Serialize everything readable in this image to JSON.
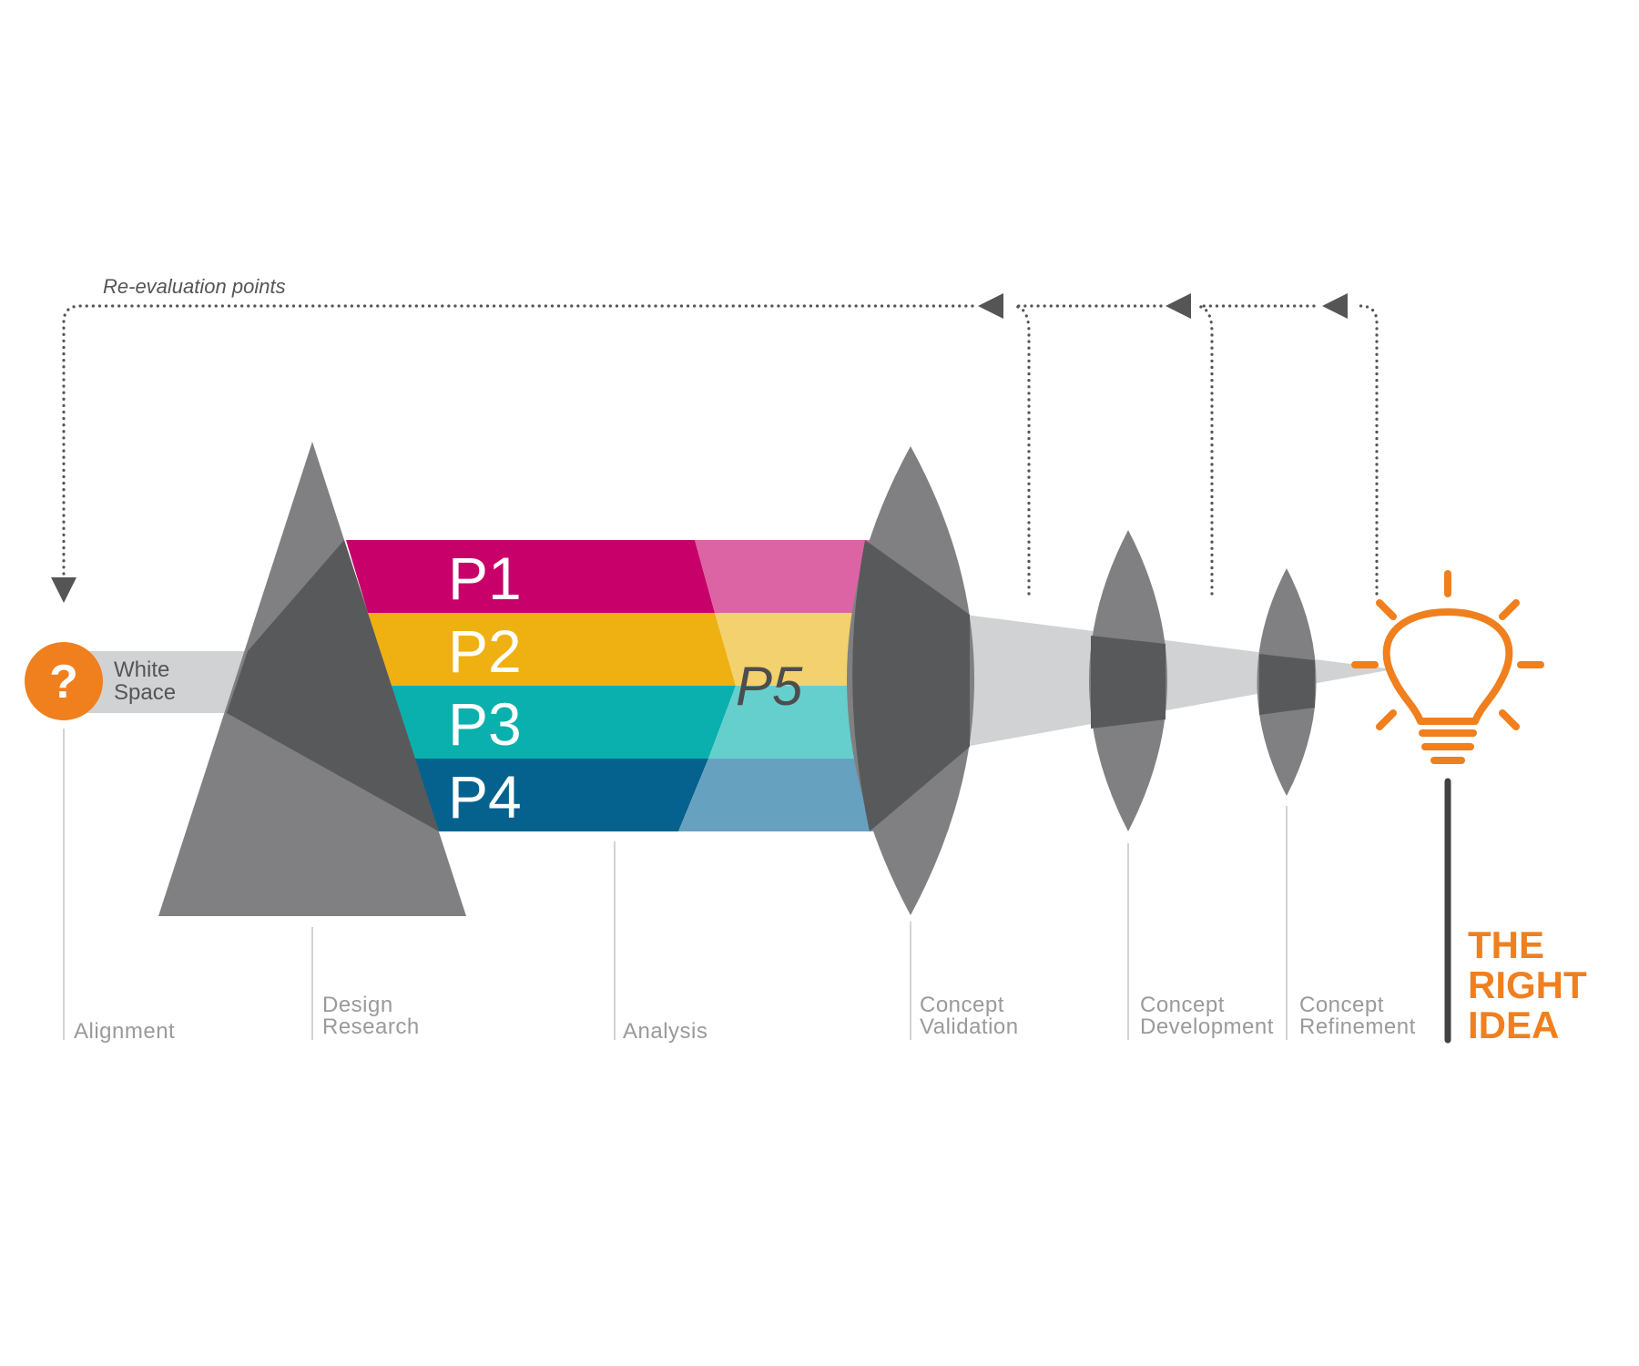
{
  "reevaluation_label": "Re-evaluation points",
  "white_space_label": [
    "White",
    "Space"
  ],
  "question_mark": "?",
  "bands": [
    {
      "label": "P1",
      "color": "#c8006a",
      "light_color": "#dc64a4"
    },
    {
      "label": "P2",
      "color": "#efb012",
      "light_color": "#f2d16e"
    },
    {
      "label": "P3",
      "color": "#09b0ad",
      "light_color": "#65cfce"
    },
    {
      "label": "P4",
      "color": "#05628f",
      "light_color": "#66a2c0"
    }
  ],
  "p5_label": "P5",
  "stages": {
    "alignment": [
      "Alignment"
    ],
    "design_research": [
      "Design",
      "Research"
    ],
    "analysis": [
      "Analysis"
    ],
    "concept_validation": [
      "Concept",
      "Validation"
    ],
    "concept_development": [
      "Concept",
      "Development"
    ],
    "concept_refinement": [
      "Concept",
      "Refinement"
    ]
  },
  "result_label": [
    "THE",
    "RIGHT",
    "IDEA"
  ],
  "colors": {
    "accent": "#f07f1e",
    "shape_gray": "#808083",
    "dark_gray": "#58595b",
    "beam_gray": "#d1d2d4",
    "line_gray": "#c8c8c8"
  }
}
